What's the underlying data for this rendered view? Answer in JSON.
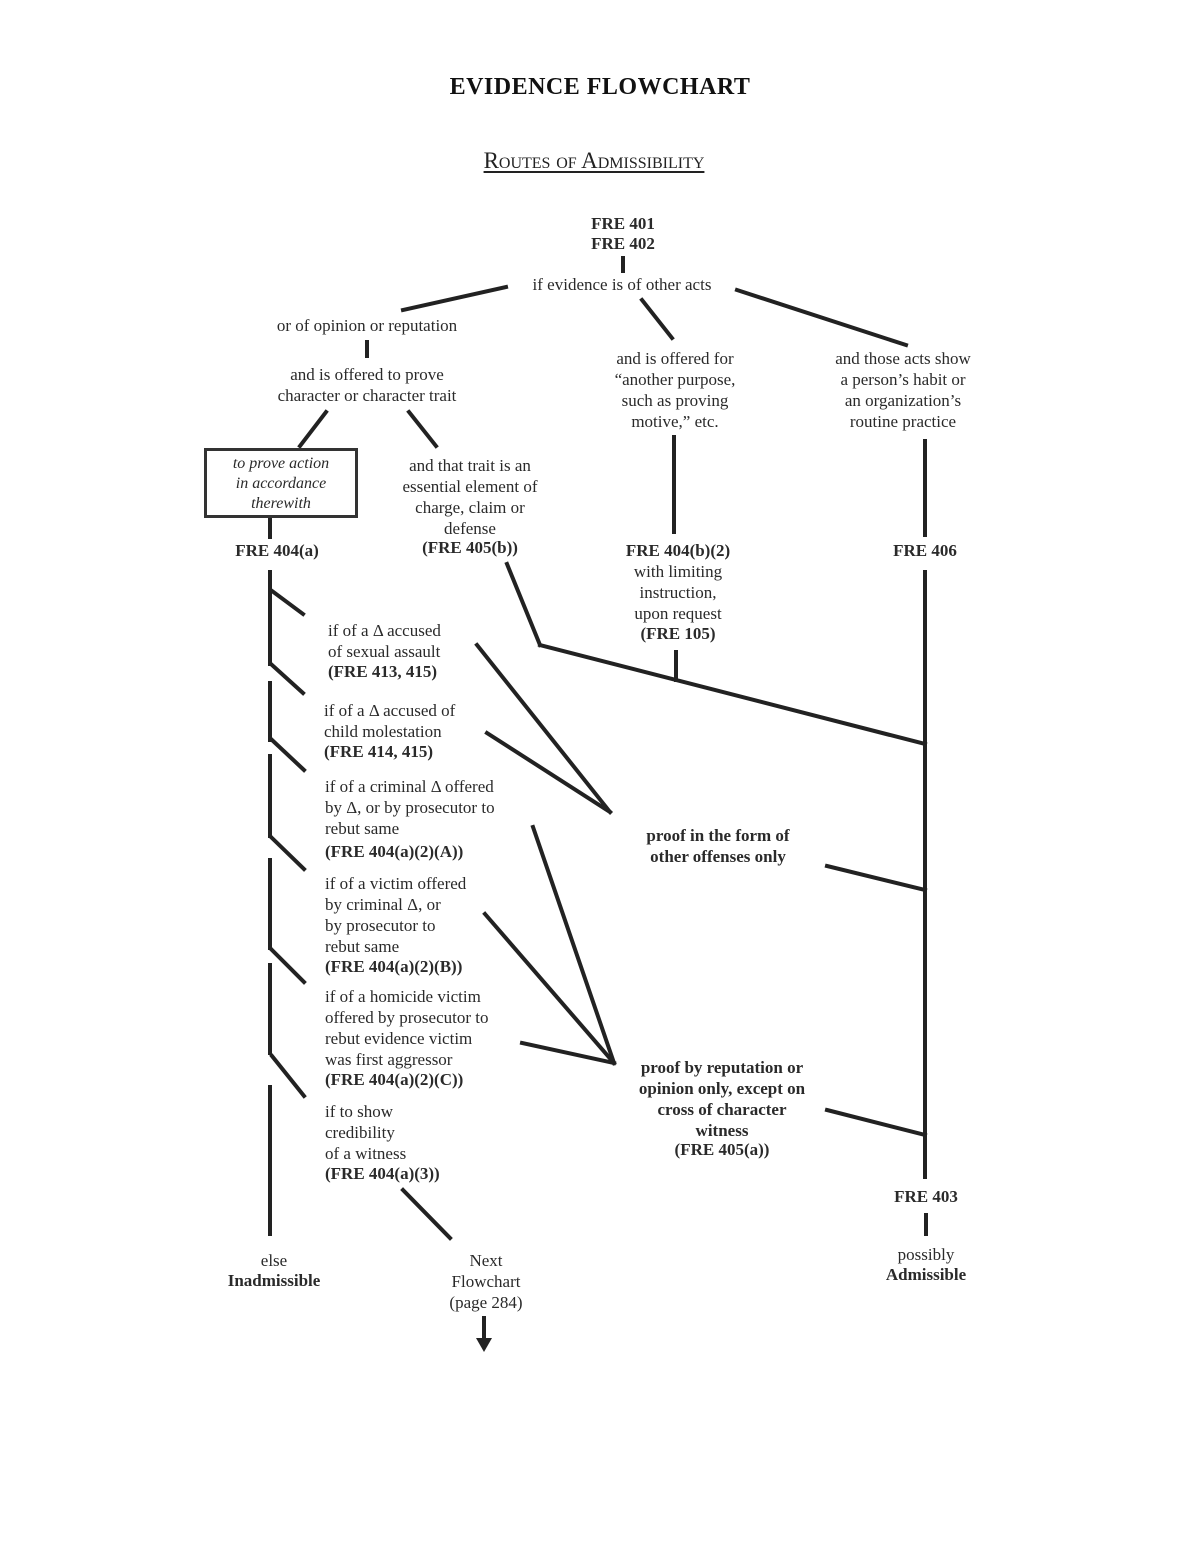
{
  "title": "EVIDENCE FLOWCHART",
  "subtitle": "Routes of Admissibility",
  "nodes": {
    "fre401": "FRE 401",
    "fre402": "FRE 402",
    "other_acts": "if evidence is of other acts",
    "opinion_reputation": "or of opinion or reputation",
    "offered_to_prove": "and is offered to prove\ncharacter or character trait",
    "another_purpose": "and is offered for\n“another purpose,\nsuch as proving\nmotive,” etc.",
    "habit": "and those acts show\na person’s habit or\nan organization’s\nroutine practice",
    "prove_action": "to prove action\nin accordance\ntherewith",
    "essential_element": "and that trait is an\nessential element of\ncharge, claim or\ndefense",
    "fre405b": "(FRE 405(b))",
    "fre404a": "FRE 404(a)",
    "fre404b2": "FRE 404(b)(2)",
    "limiting": "with limiting\ninstruction,\nupon request",
    "fre105": "(FRE 105)",
    "fre406": "FRE 406",
    "sexual_assault": "if of a Δ accused\nof sexual assault",
    "sexual_assault_ref": "(FRE 413, 415)",
    "child_molestation": "if of a Δ accused of\nchild molestation",
    "child_molestation_ref": "(FRE 414, 415)",
    "criminal_defendant": "if of a criminal Δ offered\nby Δ, or by prosecutor to\nrebut same",
    "criminal_defendant_ref": "(FRE 404(a)(2)(A))",
    "victim": "if of a victim offered\nby criminal Δ, or\nby prosecutor to\nrebut same",
    "victim_ref": "(FRE 404(a)(2)(B))",
    "homicide_victim": "if of a homicide victim\noffered by prosecutor to\nrebut evidence victim\nwas first aggressor",
    "homicide_victim_ref": "(FRE 404(a)(2)(C))",
    "credibility": "if to show\ncredibility\nof a witness",
    "credibility_ref": "(FRE 404(a)(3))",
    "other_offenses": "proof in the form of\nother offenses only",
    "reputation_opinion": "proof by reputation or\nopinion only, except on\ncross of character\nwitness",
    "fre405a": "(FRE 405(a))",
    "fre403": "FRE 403",
    "else": "else",
    "inadmissible": "Inadmissible",
    "next_flowchart": "Next\nFlowchart\n(page 284)",
    "possibly": "possibly",
    "admissible": "Admissible"
  },
  "icons": {
    "next_arrow": "arrow-down-icon"
  }
}
